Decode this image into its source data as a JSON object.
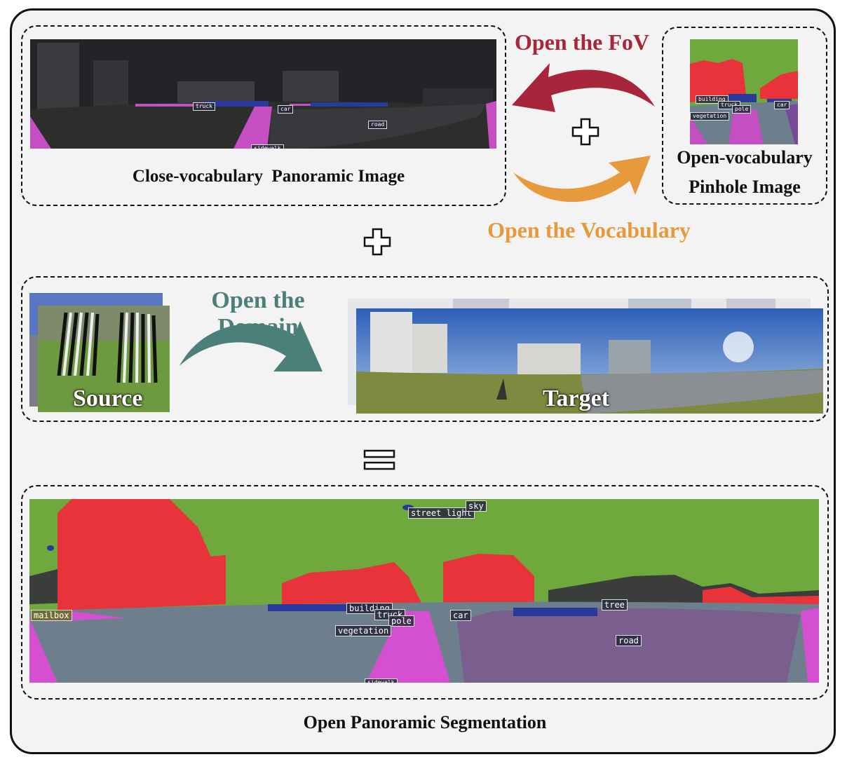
{
  "top": {
    "panorama_caption": "Close-vocabulary  Panoramic Image",
    "pinhole_caption_line1": "Open-vocabulary",
    "pinhole_caption_line2": "Pinhole Image",
    "arrow_fov_label": "Open the FoV",
    "arrow_vocab_label": "Open the Vocabulary",
    "panorama_labels": [
      "truck",
      "car",
      "road",
      "sidewalk"
    ],
    "pinhole_labels": [
      "building",
      "truck",
      "pole",
      "car",
      "vegetation"
    ]
  },
  "middle": {
    "arrow_domain_label": "Open the Domain",
    "source_label": "Source",
    "target_label": "Target"
  },
  "bottom": {
    "caption": "Open Panoramic Segmentation",
    "labels": [
      "street light",
      "sky",
      "mailbox",
      "building",
      "truck",
      "pole",
      "vegetation",
      "car",
      "tree",
      "road",
      "sidewalk"
    ]
  },
  "colors": {
    "fov_arrow": "#a8263b",
    "vocab_arrow": "#e79a3c",
    "domain_arrow": "#4b7f7a",
    "building": "#e8333a",
    "sky": "#6fa83c",
    "road": "#6d7e8c",
    "sidewalk": "#d54fd1"
  }
}
